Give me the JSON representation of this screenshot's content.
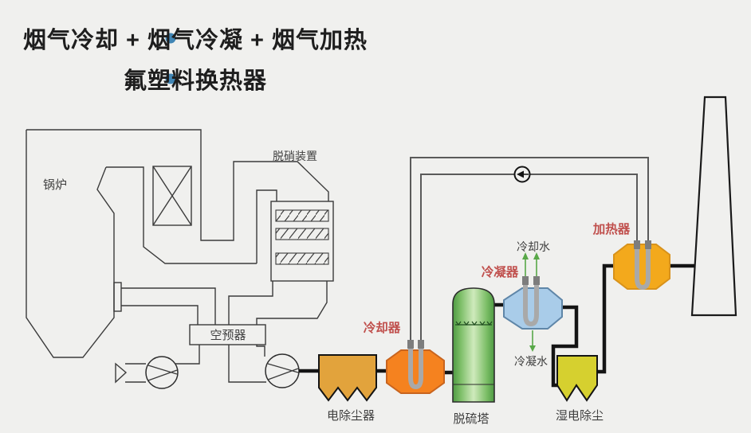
{
  "title": {
    "line1": "烟气冷却 + 烟气冷凝 + 烟气加热",
    "line2": "氟塑料换热器"
  },
  "labels": {
    "boiler": "锅炉",
    "scr": "脱硝装置",
    "air_preheater": "空预器",
    "esp": "电除尘器",
    "cooler": "冷却器",
    "fgd_tower": "脱硫塔",
    "condenser": "冷凝器",
    "cooling_water": "冷却水",
    "condensate_water": "冷凝水",
    "wet_esp": "湿电除尘",
    "heater": "加热器"
  },
  "colors": {
    "background": "#f0f0ee",
    "bullet_blue": "#4186b5",
    "title_text": "#1e1e1e",
    "label_gray": "#3f3f3f",
    "label_red": "#c0504d",
    "esp_fill": "#e2a33c",
    "cooler_fill": "#f5821f",
    "tower_green_edge": "#4e9a43",
    "tower_green_mid": "#cfeabc",
    "condenser_fill": "#a9cce9",
    "wet_esp_fill": "#d6d02f",
    "heater_fill": "#f3a91c",
    "pipe_black": "#141414",
    "pipe_gray": "#5a5a5a",
    "tube_gray": "#a9a9a9",
    "tube_cap_gray": "#7d7d7d",
    "water_green": "#58a848"
  }
}
